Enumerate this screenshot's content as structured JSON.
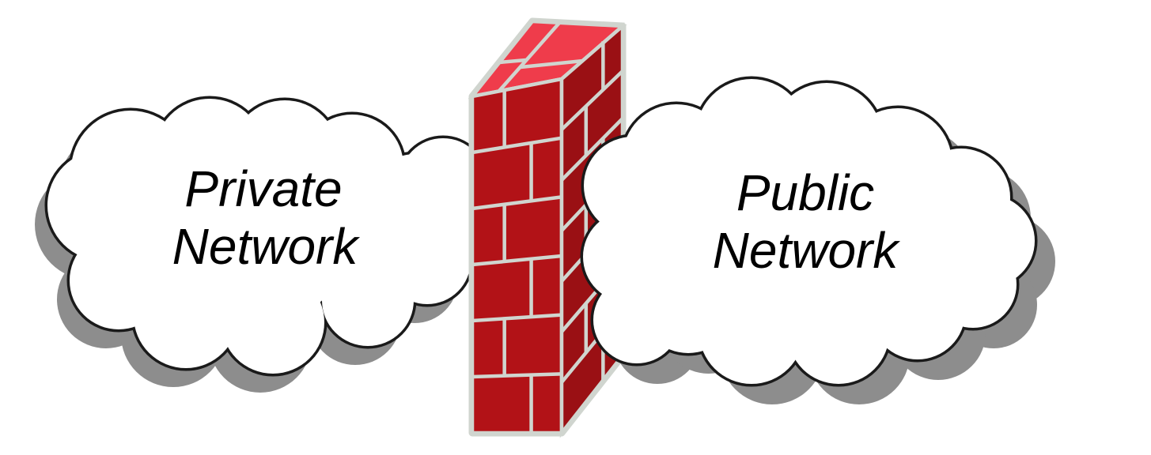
{
  "diagram": {
    "type": "firewall-network-diagram",
    "left_cloud": {
      "label_line1": "Private",
      "label_line2": "Network"
    },
    "right_cloud": {
      "label_line1": "Public",
      "label_line2": "Network"
    },
    "firewall": {
      "icon": "brick-wall-firewall-icon"
    },
    "colors": {
      "brick_front": "#b21217",
      "brick_side": "#9a1014",
      "brick_top": "#ef3c4b",
      "mortar": "#d0d5cf",
      "cloud_fill": "#ffffff",
      "cloud_outline": "#1a1a1a",
      "cloud_shadow": "#8d8d8d",
      "text": "#000000",
      "background": "#ffffff"
    }
  }
}
